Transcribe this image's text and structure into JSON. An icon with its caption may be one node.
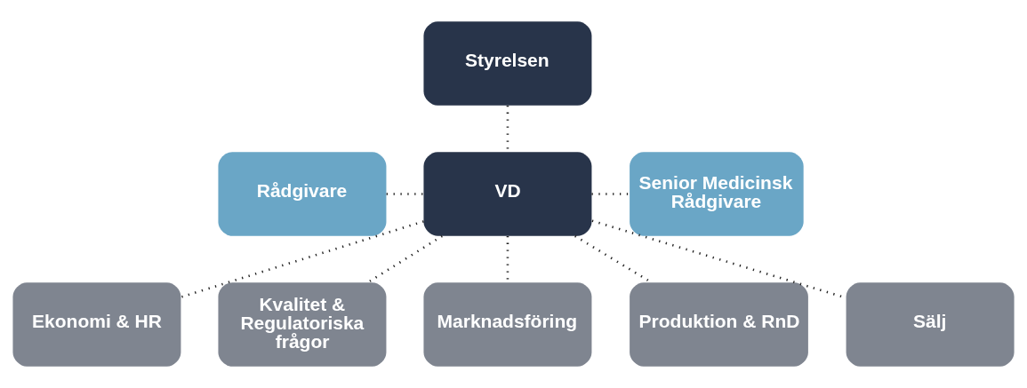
{
  "diagram": {
    "nodes": [
      {
        "text": [
          "Styrelsen"
        ]
      },
      {
        "text": [
          "Rådgivare"
        ]
      },
      {
        "text": [
          "VD"
        ]
      },
      {
        "text": [
          "Senior Medicinsk Rådgivare"
        ]
      },
      {
        "text": [
          "Ekonomi & HR"
        ]
      },
      {
        "text": [
          "Kvalitet & Regulatoriska frågor"
        ]
      },
      {
        "text": [
          "Marknadsföring"
        ]
      },
      {
        "text": [
          "Produktion & RnD"
        ]
      },
      {
        "text": [
          "Sälj"
        ]
      }
    ],
    "edges": [
      {
        "from": 0,
        "to": 2,
        "arrow": "none"
      },
      {
        "from": 1,
        "to": 2,
        "arrow": "none"
      },
      {
        "from": 2,
        "to": 3,
        "arrow": "none"
      },
      {
        "from": 2,
        "to": 4,
        "arrow": "none"
      },
      {
        "from": 2,
        "to": 5,
        "arrow": "none"
      },
      {
        "from": 2,
        "to": 6,
        "arrow": "none"
      },
      {
        "from": 2,
        "to": 7,
        "arrow": "none"
      },
      {
        "from": 2,
        "to": 8,
        "arrow": "none"
      }
    ]
  }
}
